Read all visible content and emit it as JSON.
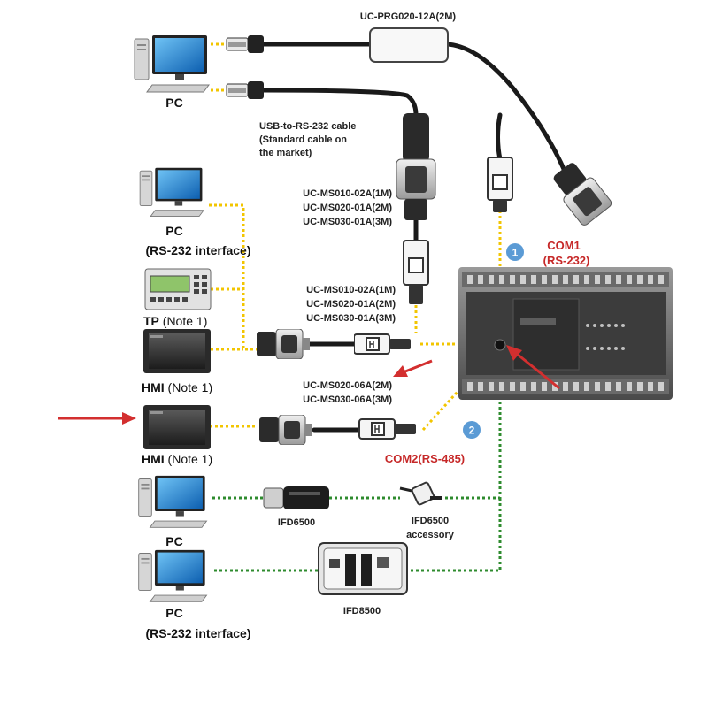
{
  "cables": {
    "prg": "UC-PRG020-12A(2M)",
    "usb_rs232_line1": "USB-to-RS-232 cable",
    "usb_rs232_line2": "(Standard cable on",
    "usb_rs232_line3": "the market)",
    "ms_group_a": [
      "UC-MS010-02A(1M)",
      "UC-MS020-01A(2M)",
      "UC-MS030-01A(3M)"
    ],
    "ms_group_b": [
      "UC-MS010-02A(1M)",
      "UC-MS020-01A(2M)",
      "UC-MS030-01A(3M)"
    ],
    "ms_group_c": [
      "UC-MS020-06A(2M)",
      "UC-MS030-06A(3M)"
    ]
  },
  "devices": {
    "pc": "PC",
    "pc_rs232_label": "(RS-232 interface)",
    "tp_bold": "TP",
    "tp_note": " (Note 1)",
    "hmi_bold": "HMI",
    "hmi_note": " (Note 1)",
    "ifd6500": "IFD6500",
    "ifd6500_acc_line1": "IFD6500",
    "ifd6500_acc_line2": "accessory",
    "ifd8500": "IFD8500"
  },
  "ports": {
    "com1_number": "1",
    "com1_label": "COM1",
    "com1_type": "(RS-232)",
    "com2_number": "2",
    "com2_label": "COM2(RS-485)"
  },
  "colors": {
    "rs232_link": "#f2c500",
    "rs485_link": "#2e8b2e",
    "highlight_arrow": "#d32f2f",
    "port_badge": "#5b9bd5"
  }
}
